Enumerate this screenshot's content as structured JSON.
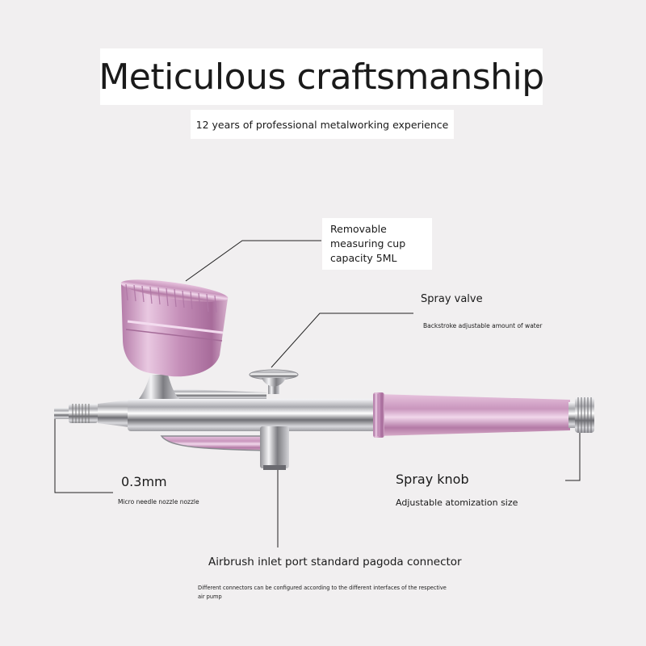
{
  "header": {
    "title": "Meticulous craftsmanship",
    "subtitle": "12 years of professional metalworking experience"
  },
  "callouts": {
    "cup": {
      "label": "Removable\nmeasuring cup\ncapacity 5ML"
    },
    "spray_valve": {
      "label": "Spray valve",
      "note": "Backstroke adjustable amount of water"
    },
    "nozzle": {
      "label": "0.3mm",
      "note": "Micro needle nozzle nozzle"
    },
    "knob": {
      "label": "Spray knob",
      "note": "Adjustable atomization size"
    },
    "inlet": {
      "label": "Airbrush inlet port standard pagoda connector",
      "note": "Different connectors can be configured according to the different interfaces of the respective air pump"
    }
  },
  "colors": {
    "background": "#f1eff0",
    "accent_pink": "#c99ac0",
    "chrome": "#c8c8cc"
  }
}
